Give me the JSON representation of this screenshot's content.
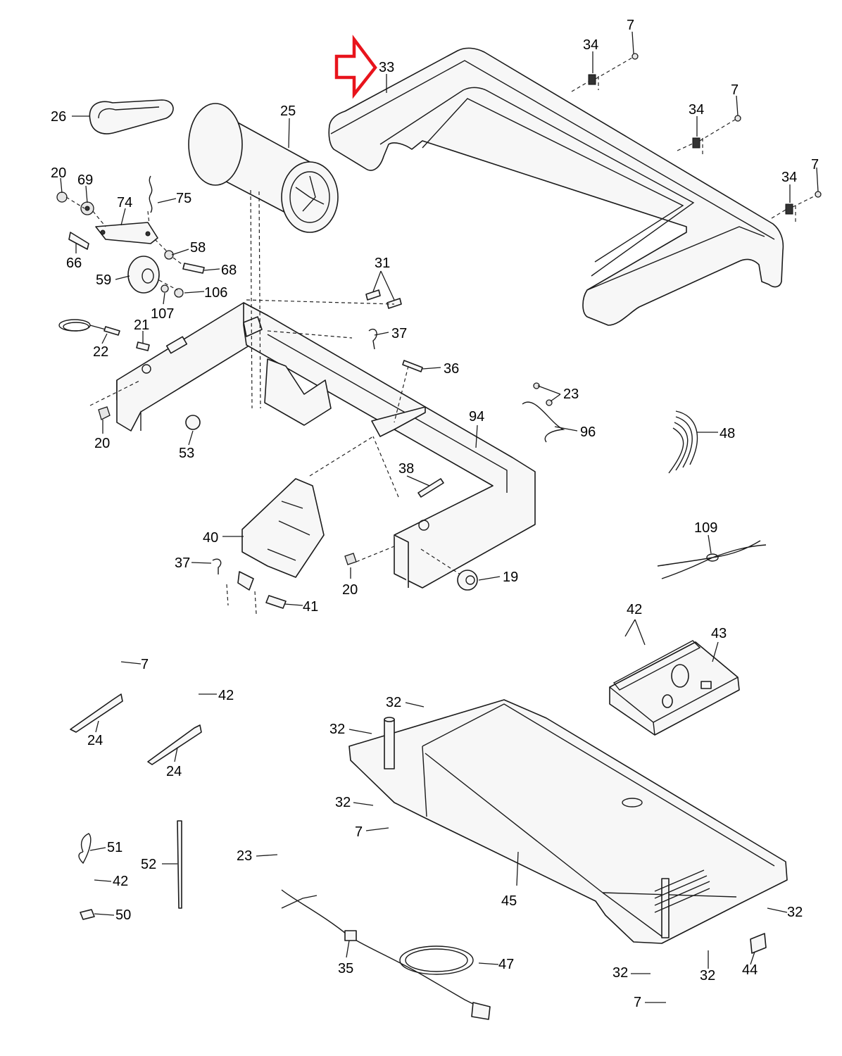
{
  "highlight": {
    "color": "#e8141c",
    "target_part": "33"
  },
  "labels": {
    "p7a": "7",
    "p34a": "34",
    "p33": "33",
    "p7b": "7",
    "p34b": "34",
    "p7c": "7",
    "p34c": "34",
    "p26": "26",
    "p25": "25",
    "p20a": "20",
    "p69": "69",
    "p75": "75",
    "p74": "74",
    "p66": "66",
    "p58": "58",
    "p68": "68",
    "p59": "59",
    "p106": "106",
    "p107": "107",
    "p31": "31",
    "p21": "21",
    "p22": "22",
    "p37a": "37",
    "p36": "36",
    "p20b": "20",
    "p53": "53",
    "p23a": "23",
    "p96": "96",
    "p48": "48",
    "p94": "94",
    "p38": "38",
    "p40": "40",
    "p37b": "37",
    "p20c": "20",
    "p19": "19",
    "p41": "41",
    "p109": "109",
    "p42a": "42",
    "p43": "43",
    "p7d": "7",
    "p42b": "42",
    "p24a": "24",
    "p24b": "24",
    "p32a": "32",
    "p32b": "32",
    "p32c": "32",
    "p7e": "7",
    "p45": "45",
    "p51": "51",
    "p52": "52",
    "p42c": "42",
    "p50": "50",
    "p23b": "23",
    "p35": "35",
    "p47": "47",
    "p32d": "32",
    "p32e": "32",
    "p32f": "32",
    "p44": "44",
    "p7f": "7"
  }
}
